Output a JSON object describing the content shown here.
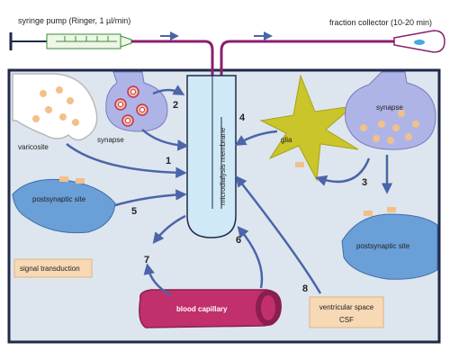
{
  "labels": {
    "syringe_pump": "syringe pump (Ringer, 1 µl/min)",
    "fraction_collector": "fraction collector (10-20 min)",
    "varicosite": "varicosite",
    "synapse_left": "synapse",
    "synapse_right": "synapse",
    "glia": "glia",
    "microdialysis_membrane": "microdialysis membrane",
    "postsynaptic_left": "postsynaptic site",
    "postsynaptic_right": "postsynaptic site",
    "signal_transduction": "signal transduction",
    "blood_capillary": "blood capillary",
    "ventricular_line1": "ventricular space",
    "ventricular_line2": "CSF"
  },
  "numbers": {
    "n1": "1",
    "n2": "2",
    "n3": "3",
    "n4": "4",
    "n5": "5",
    "n6": "6",
    "n7": "7",
    "n8": "8"
  },
  "colors": {
    "tissue_bg": "#dde6ee",
    "frame": "#1f2a4a",
    "tube": "#8a1f6e",
    "arrow": "#4b65a8",
    "synapse_fill": "#aeb4e6",
    "postsynaptic_fill": "#6a9fd8",
    "glia_fill": "#c9c52a",
    "capillary": "#c1306b",
    "vesicle": "#f3c08a",
    "label_box": "#f7d9b5",
    "probe": "#cfe9f7"
  }
}
